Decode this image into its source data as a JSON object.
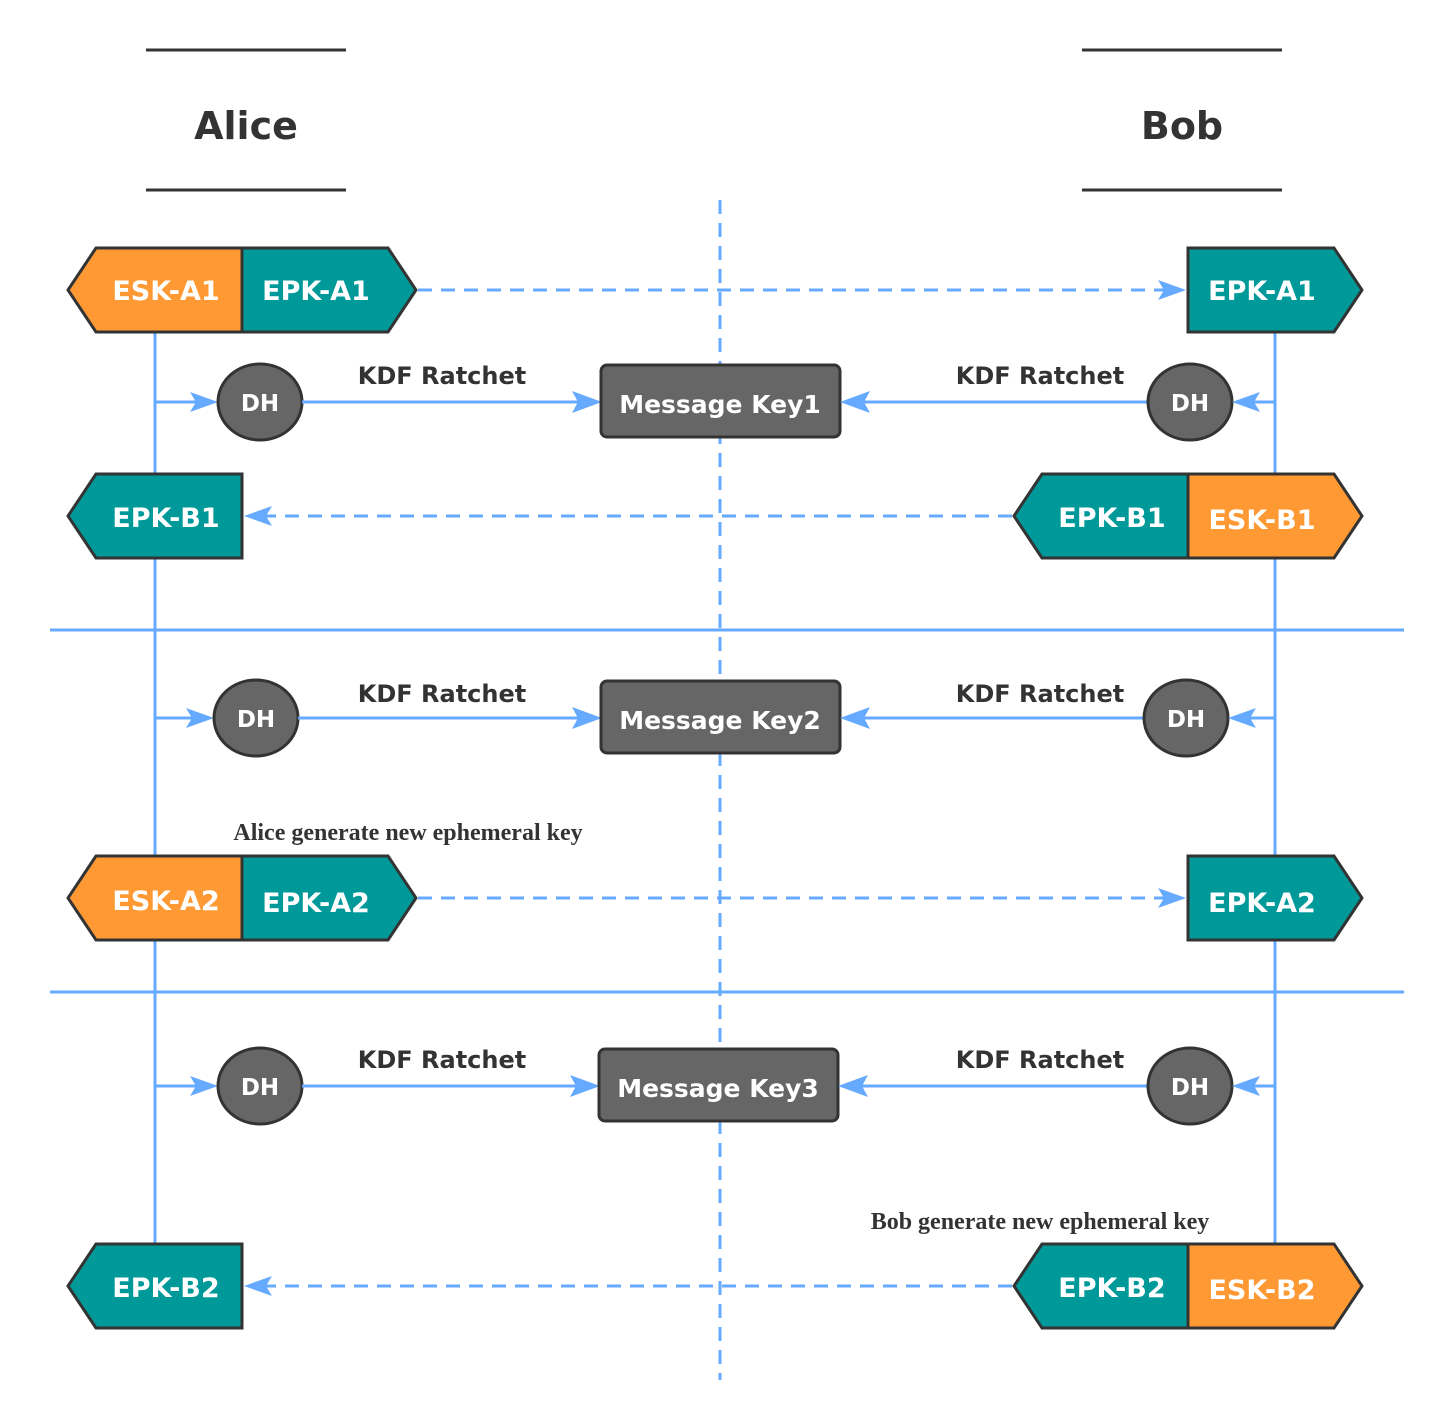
{
  "colors": {
    "esk": "#ff9933",
    "epk": "#009999",
    "node": "#666666",
    "stroke": "#333333",
    "line": "#66aaff"
  },
  "participants": {
    "alice": "Alice",
    "bob": "Bob"
  },
  "rounds": [
    {
      "alice_esk": "ESK-A1",
      "alice_epk": "EPK-A1",
      "bob_epk": "EPK-A1",
      "alice_dh": "DH",
      "alice_kdf": "KDF Ratchet",
      "message_key": "Message Key1",
      "bob_kdf": "KDF Ratchet",
      "bob_dh": "DH",
      "alice_recv": "EPK-B1",
      "bob_send_epk": "EPK-B1",
      "bob_send_esk": "ESK-B1"
    },
    {
      "alice_dh": "DH",
      "alice_kdf": "KDF Ratchet",
      "message_key": "Message Key2",
      "bob_kdf": "KDF Ratchet",
      "bob_dh": "DH",
      "note": "Alice generate new ephemeral key",
      "alice_esk": "ESK-A2",
      "alice_epk": "EPK-A2",
      "bob_epk": "EPK-A2"
    },
    {
      "alice_dh": "DH",
      "alice_kdf": "KDF Ratchet",
      "message_key": "Message Key3",
      "bob_kdf": "KDF Ratchet",
      "bob_dh": "DH",
      "note": "Bob generate new ephemeral key",
      "alice_recv": "EPK-B2",
      "bob_send_epk": "EPK-B2",
      "bob_send_esk": "ESK-B2"
    }
  ]
}
